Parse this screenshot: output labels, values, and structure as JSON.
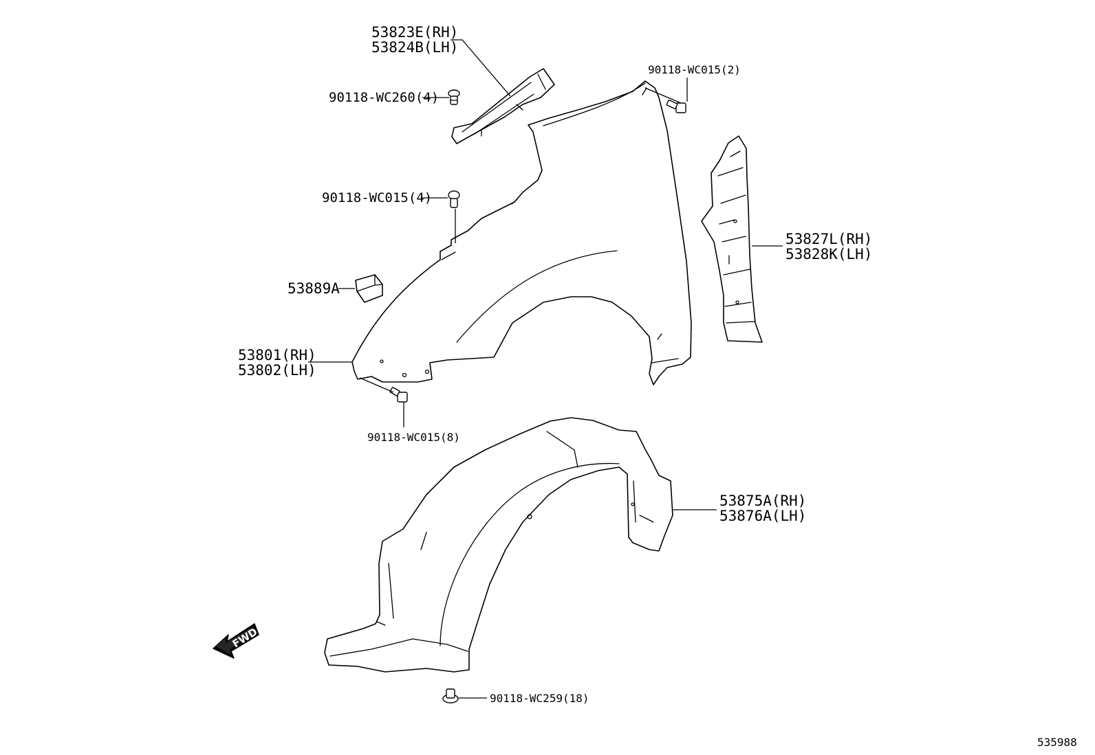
{
  "parts": {
    "moulding_rh": "53823E(RH)",
    "moulding_lh": "53824B(LH)",
    "clip_wc260": "90118-WC260(4)",
    "bolt_wc015_2": "90118-WC015(2)",
    "bolt_wc015_4": "90118-WC015(4)",
    "seal_53889a": "53889A",
    "fender_rh": "53801(RH)",
    "fender_lh": "53802(LH)",
    "bolt_wc015_8": "90118-WC015(8)",
    "apron_rh": "53827L(RH)",
    "apron_lh": "53828K(LH)",
    "liner_rh": "53875A(RH)",
    "liner_lh": "53876A(LH)",
    "clip_wc259": "90118-WC259(18)"
  },
  "fwd_label": "FWD",
  "illustration_number": "535988"
}
